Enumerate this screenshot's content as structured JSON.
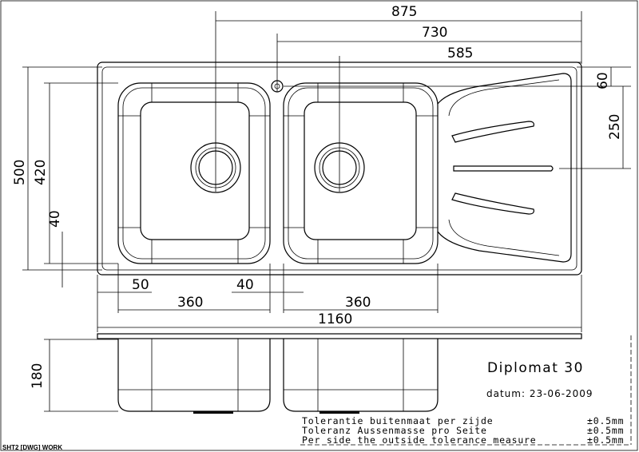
{
  "drawing": {
    "title": "Diplomat 30",
    "date": "datum: 23-06-2009",
    "dimensions": {
      "overall_width_top": "875",
      "tap_to_edge": "730",
      "drain_to_edge": "585",
      "edge_to_tap": "60",
      "tap_to_drain": "250",
      "overall_depth": "500",
      "bowl_depth": "420",
      "bowl_offset": "40",
      "bowl_left_margin": "50",
      "bowl_gap": "40",
      "left_bowl_width": "360",
      "right_bowl_width": "360",
      "overall_width": "1160",
      "bowl_height": "180"
    },
    "tolerances": [
      {
        "text": "Tolerantie buitenmaat per zijde",
        "value": "±0.5mm"
      },
      {
        "text": "Toleranz Aussenmasse pro Seite",
        "value": "±0.5mm"
      },
      {
        "text": "Per side the outside tolerance measure",
        "value": "±0.5mm"
      }
    ],
    "sheet_tag": "SHT2 [DWG] WORK"
  }
}
